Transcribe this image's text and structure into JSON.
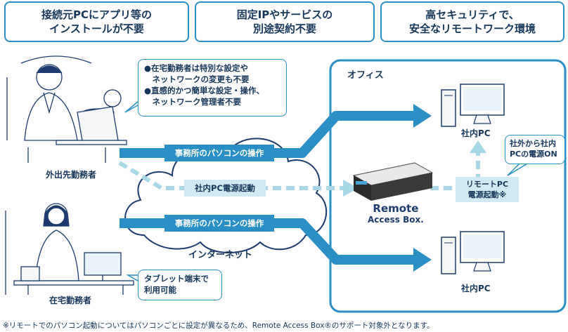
{
  "header": {
    "box1": [
      "接続元PCにアプリ等の",
      "インストールが不要"
    ],
    "box2": [
      "固定IPやサービスの",
      "別途契約不要"
    ],
    "box3": [
      "高セキュリティで、",
      "安全なリモートワーク環境"
    ]
  },
  "bubble_top": [
    "●在宅勤務者は特別な設定や",
    "　ネットワークの変更も不要",
    "●直感的かつ簡単な設定・操作、",
    "　ネットワーク管理者不要"
  ],
  "bubble_tablet": [
    "タブレット端末で",
    "利用可能"
  ],
  "bubble_remote": [
    "社外から社内",
    "PCの電源ON"
  ],
  "people": {
    "outside": "外出先勤務者",
    "home": "在宅勤務者"
  },
  "flows": {
    "operate_top": "事務所のパソコンの操作",
    "power_on": "社内PC電源起動",
    "operate_bottom": "事務所のパソコンの操作",
    "remote_power": [
      "リモートPC",
      "電源起動※"
    ]
  },
  "cloud_label": "インターネット",
  "office": {
    "title": "オフィス",
    "pc_top": "社内PC",
    "pc_bottom": "社内PC"
  },
  "device": {
    "logo_line1": "Remote",
    "logo_line2": "Access Box."
  },
  "footnote": "※リモートでのパソコン起動についてはパソコンごとに設定が異なるため、Remote Access Box®のサポート対象外となります。",
  "colors": {
    "accent": "#2a8fc4",
    "navy": "#16365a",
    "flow_dark": "#2a8fc4",
    "flow_light": "#a8d8e6"
  }
}
